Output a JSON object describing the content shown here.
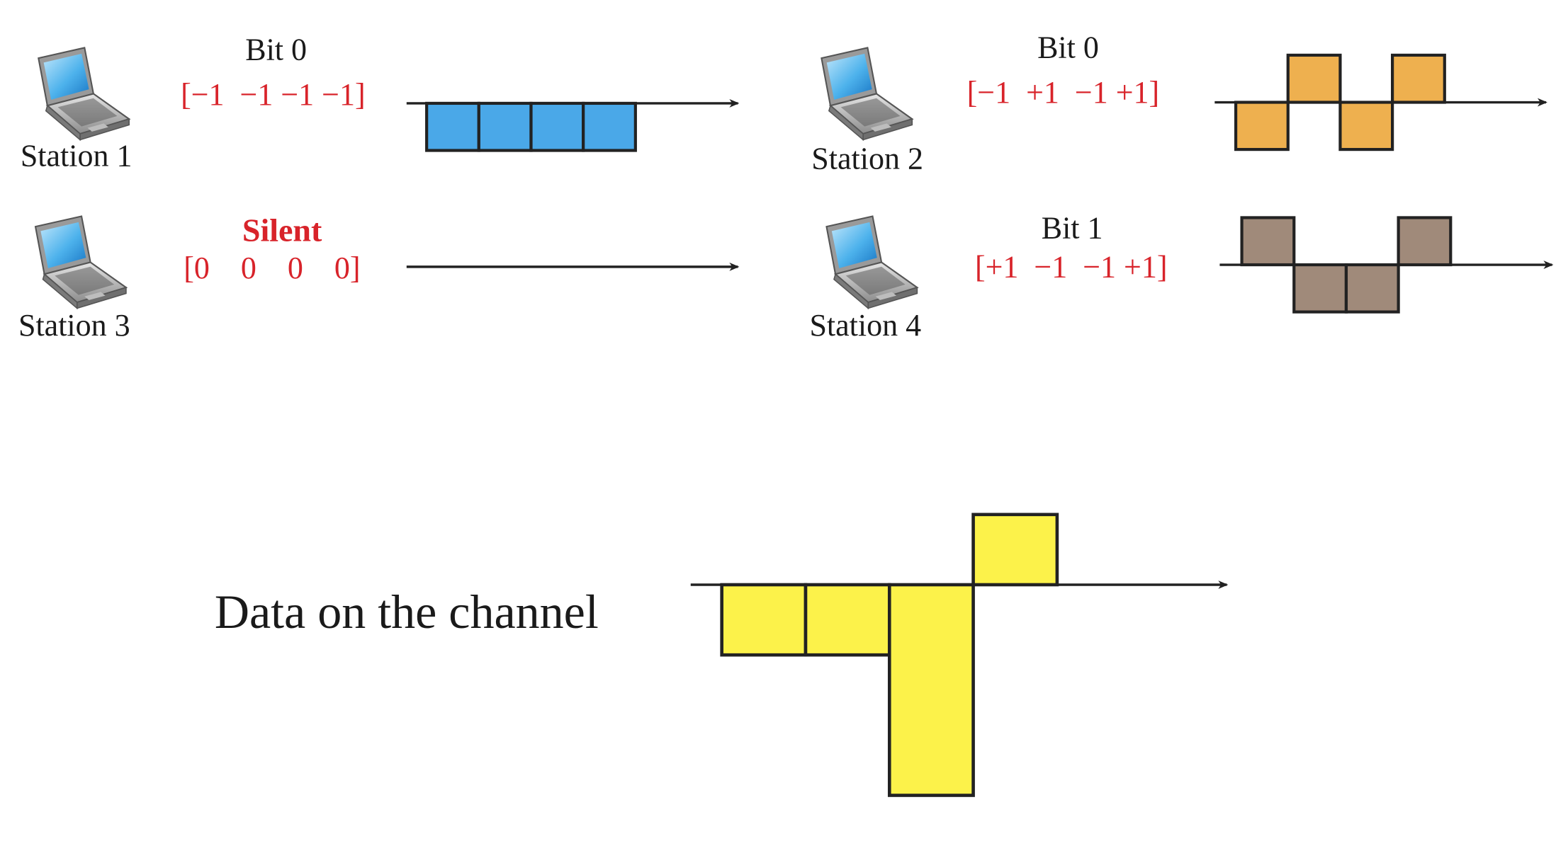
{
  "stations": [
    {
      "id": "s1",
      "label": "Station 1",
      "bit_label": "Bit 0",
      "bit_label_emphasis": false,
      "code_text": "[−1  −1 −1 −1]",
      "chips": [
        -1,
        -1,
        -1,
        -1
      ],
      "color": "#4aa8e8"
    },
    {
      "id": "s2",
      "label": "Station 2",
      "bit_label": "Bit 0",
      "bit_label_emphasis": false,
      "code_text": "[−1  +1  −1 +1]",
      "chips": [
        -1,
        1,
        -1,
        1
      ],
      "color": "#eeb04f"
    },
    {
      "id": "s3",
      "label": "Station 3",
      "bit_label": "Silent",
      "bit_label_emphasis": true,
      "code_text": "[0    0    0    0]",
      "chips": [
        0,
        0,
        0,
        0
      ],
      "color": "#ffffff"
    },
    {
      "id": "s4",
      "label": "Station 4",
      "bit_label": "Bit 1",
      "bit_label_emphasis": false,
      "code_text": "[+1  −1  −1 +1]",
      "chips": [
        1,
        -1,
        -1,
        1
      ],
      "color": "#a08a7a"
    }
  ],
  "channel": {
    "label": "Data on the channel",
    "chips": [
      -1,
      -1,
      -3,
      1
    ],
    "color": "#fcf24a"
  },
  "colors": {
    "code_text": "#d8232a",
    "silent_text": "#d8232a",
    "text": "#1a1a1a",
    "stroke": "#222222"
  },
  "icons": {
    "station": "laptop-icon"
  }
}
